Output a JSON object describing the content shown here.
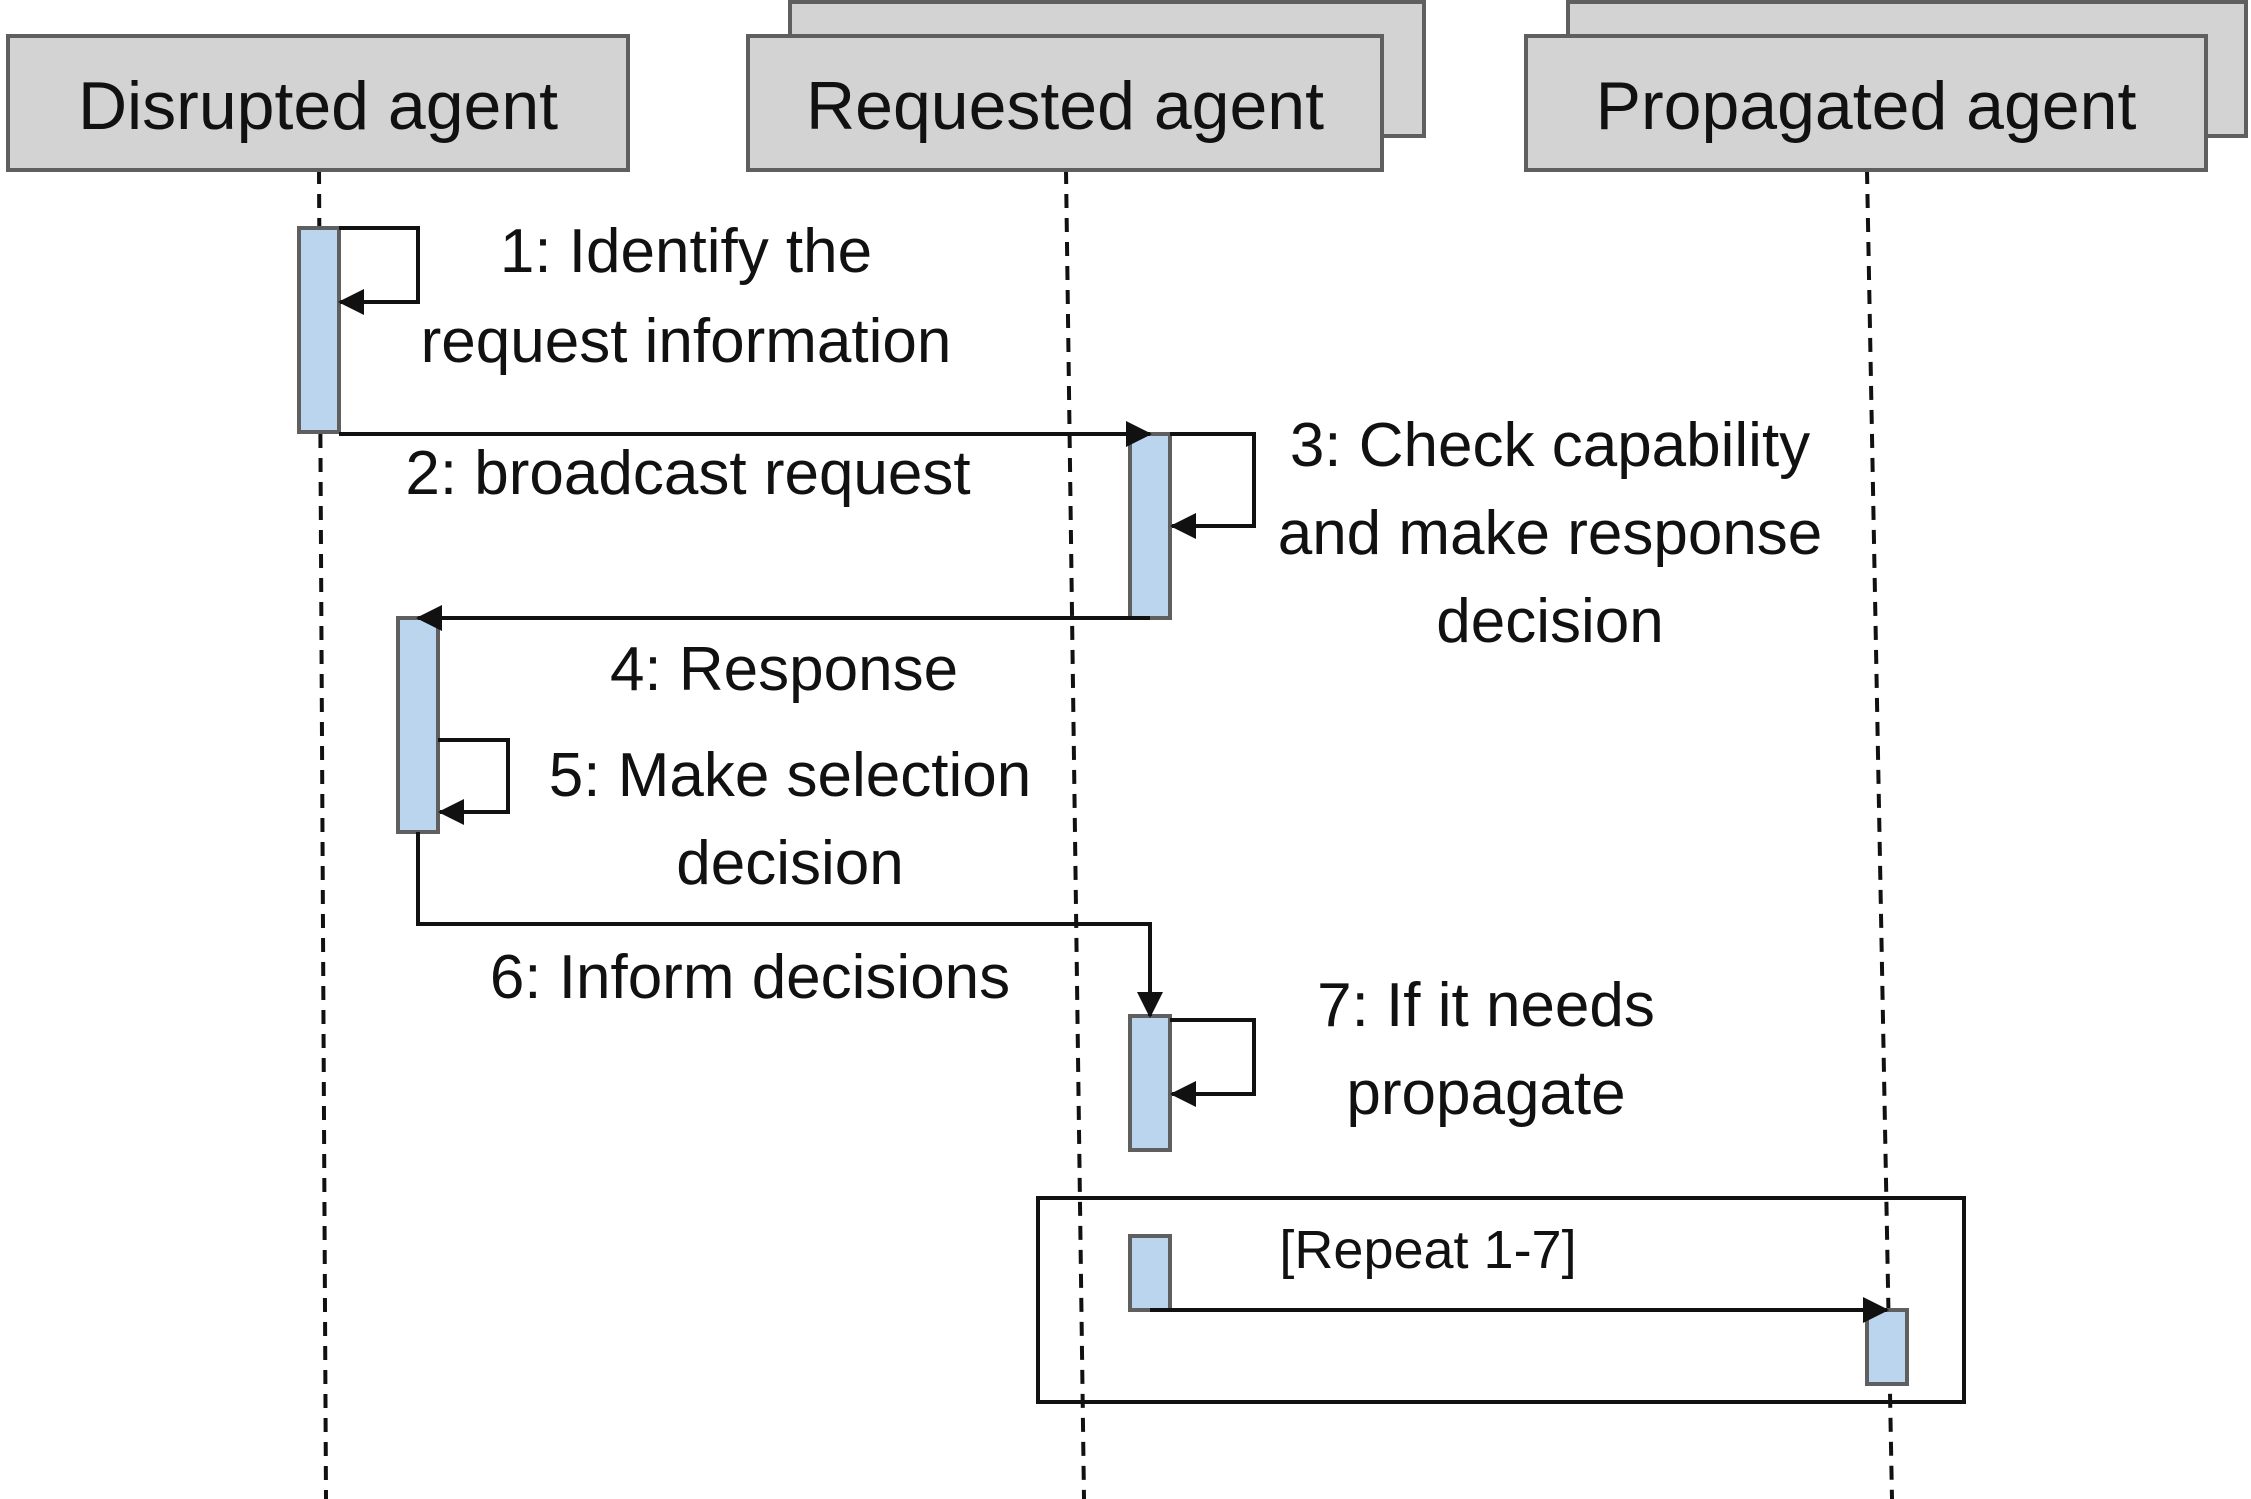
{
  "participants": {
    "disrupted": {
      "label": "Disrupted agent"
    },
    "requested": {
      "label": "Requested agent"
    },
    "propagated": {
      "label": "Propagated agent"
    }
  },
  "messages": {
    "m1": {
      "line1": "1: Identify the",
      "line2": "request information"
    },
    "m2": {
      "label": "2: broadcast request"
    },
    "m3": {
      "line1": "3: Check capability",
      "line2": "and make response",
      "line3": "decision"
    },
    "m4": {
      "label": "4: Response"
    },
    "m5": {
      "line1": "5: Make selection",
      "line2": "decision"
    },
    "m6": {
      "label": "6: Inform decisions"
    },
    "m7": {
      "line1": "7: If it needs",
      "line2": "propagate"
    }
  },
  "fragment": {
    "label": "[Repeat 1-7]"
  },
  "colors": {
    "participant_fill": "#d3d3d3",
    "activation_fill": "#bcd5ee",
    "border": "#5f5f5f",
    "line": "#111111"
  }
}
